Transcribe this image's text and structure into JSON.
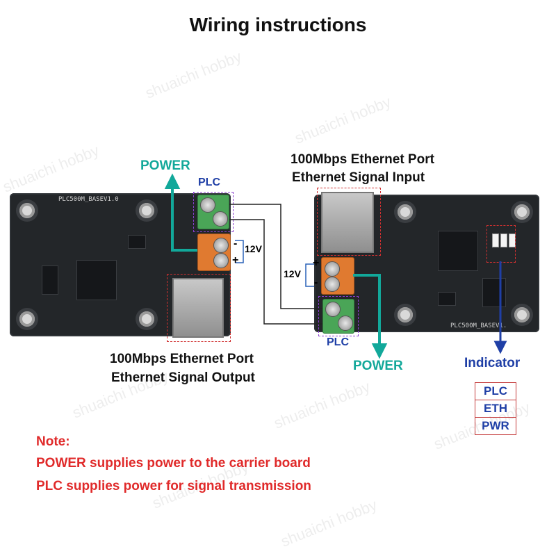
{
  "title": "Wiring instructions",
  "watermark": "shuaichi hobby",
  "left_board": {
    "power_label": "POWER",
    "plc_label": "PLC",
    "voltage": "12V",
    "minus": "-",
    "plus": "+",
    "port_label_line1": "100Mbps Ethernet Port",
    "port_label_line2": "Ethernet Signal Output",
    "silk_name": "PLC500M_BASEV1.0"
  },
  "right_board": {
    "port_label_line1": "100Mbps Ethernet Port",
    "port_label_line2": "Ethernet Signal Input",
    "voltage": "12V",
    "minus": "-",
    "plus": "+",
    "plc_label": "PLC",
    "power_label": "POWER",
    "silk_name": "PLC500M_BASEV1.",
    "indicator_label": "Indicator",
    "indicator_rows": [
      "PLC",
      "ETH",
      "PWR"
    ]
  },
  "note": {
    "heading": "Note:",
    "line1": "POWER supplies power to the carrier board",
    "line2": "PLC supplies power for signal transmission"
  },
  "colors": {
    "accent_teal": "#12a89a",
    "indicator_blue": "#1f3fa6",
    "note_red": "#e02a2a"
  }
}
